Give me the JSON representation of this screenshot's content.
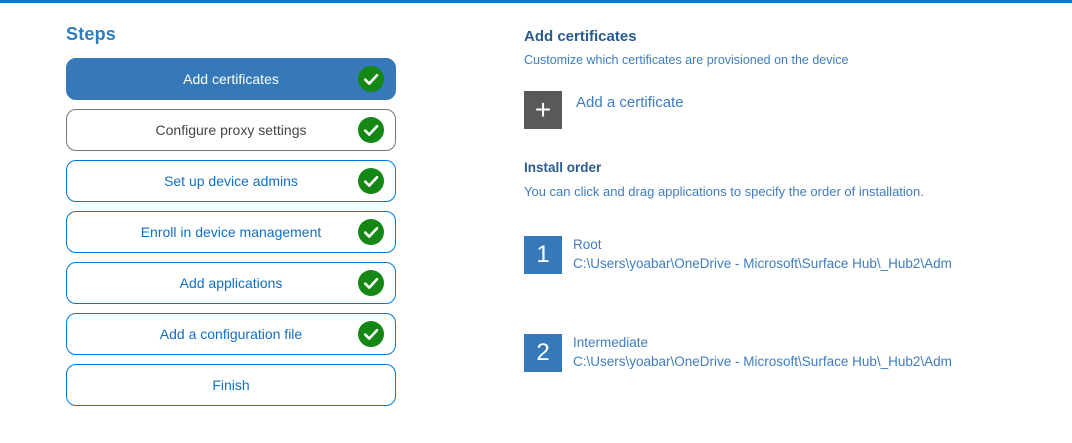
{
  "colors": {
    "accent_blue": "#0078d7",
    "selected_step_blue": "#3579b8",
    "step_text_blue": "#1070c4",
    "neutral_step_border": "#767676",
    "neutral_step_text": "#484644",
    "heading_dark_blue": "#2a5b8d",
    "body_text_blue": "#3f7dbe",
    "check_green": "#148714",
    "add_button_gray": "#595959"
  },
  "sidebar": {
    "title": "Steps",
    "steps": [
      {
        "label": "Add certificates",
        "state": "selected",
        "completed": true,
        "icon": "check-icon"
      },
      {
        "label": "Configure proxy settings",
        "state": "neutral",
        "completed": true,
        "icon": "check-icon"
      },
      {
        "label": "Set up device admins",
        "state": "default",
        "completed": true,
        "icon": "check-icon"
      },
      {
        "label": "Enroll in device management",
        "state": "default",
        "completed": true,
        "icon": "check-icon"
      },
      {
        "label": "Add applications",
        "state": "default",
        "completed": true,
        "icon": "check-icon"
      },
      {
        "label": "Add a configuration file",
        "state": "default",
        "completed": true,
        "icon": "check-icon"
      },
      {
        "label": "Finish",
        "state": "default",
        "completed": false,
        "icon": null
      }
    ]
  },
  "main": {
    "heading": "Add certificates",
    "subheading": "Customize which certificates are provisioned on the device",
    "add_button": {
      "icon": "plus-icon",
      "glyph": "+",
      "label": "Add a certificate"
    },
    "install_order": {
      "heading": "Install order",
      "description": "You can click and drag applications to specify the order of installation.",
      "items": [
        {
          "number": "1",
          "name": "Root",
          "path": "C:\\Users\\yoabar\\OneDrive - Microsoft\\Surface Hub\\_Hub2\\Adm"
        },
        {
          "number": "2",
          "name": "Intermediate",
          "path": "C:\\Users\\yoabar\\OneDrive - Microsoft\\Surface Hub\\_Hub2\\Adm"
        }
      ]
    }
  }
}
